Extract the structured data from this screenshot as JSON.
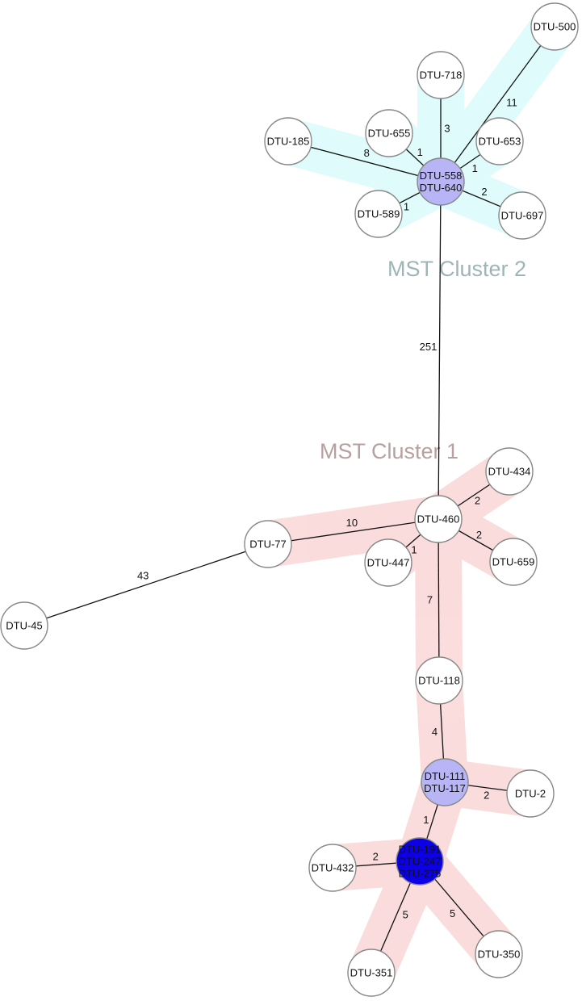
{
  "colors": {
    "cluster1_fill": "#f9d9d8",
    "cluster1_text": "#b9a0a0",
    "cluster2_fill": "#dcfbfb",
    "cluster2_text": "#9fb5b5",
    "node_default": "#ffffff",
    "node_group2": "#b8b5f6",
    "node_group3": "#0c00e6",
    "node_stroke": "#888888",
    "edge": "#111111"
  },
  "clusters": [
    {
      "id": "c1",
      "label": "MST Cluster 1",
      "color_key": "cluster1"
    },
    {
      "id": "c2",
      "label": "MST Cluster 2",
      "color_key": "cluster2"
    }
  ],
  "nodes": [
    {
      "id": "n558",
      "lines": [
        "DTU-558",
        "DTU-640"
      ],
      "color": "group2"
    },
    {
      "id": "n500",
      "lines": [
        "DTU-500"
      ],
      "color": "default"
    },
    {
      "id": "n718",
      "lines": [
        "DTU-718"
      ],
      "color": "default"
    },
    {
      "id": "n655",
      "lines": [
        "DTU-655"
      ],
      "color": "default"
    },
    {
      "id": "n653",
      "lines": [
        "DTU-653"
      ],
      "color": "default"
    },
    {
      "id": "n185",
      "lines": [
        "DTU-185"
      ],
      "color": "default"
    },
    {
      "id": "n589",
      "lines": [
        "DTU-589"
      ],
      "color": "default"
    },
    {
      "id": "n697",
      "lines": [
        "DTU-697"
      ],
      "color": "default"
    },
    {
      "id": "n460",
      "lines": [
        "DTU-460"
      ],
      "color": "default"
    },
    {
      "id": "n434",
      "lines": [
        "DTU-434"
      ],
      "color": "default"
    },
    {
      "id": "n77",
      "lines": [
        "DTU-77"
      ],
      "color": "default"
    },
    {
      "id": "n447",
      "lines": [
        "DTU-447"
      ],
      "color": "default"
    },
    {
      "id": "n659",
      "lines": [
        "DTU-659"
      ],
      "color": "default"
    },
    {
      "id": "n45",
      "lines": [
        "DTU-45"
      ],
      "color": "default"
    },
    {
      "id": "n118",
      "lines": [
        "DTU-118"
      ],
      "color": "default"
    },
    {
      "id": "n111",
      "lines": [
        "DTU-111",
        "DTU-117"
      ],
      "color": "group2"
    },
    {
      "id": "n2",
      "lines": [
        "DTU-2"
      ],
      "color": "default"
    },
    {
      "id": "n191",
      "lines": [
        "DTU-191",
        "DTU-247",
        "DTU-275"
      ],
      "color": "group3"
    },
    {
      "id": "n432",
      "lines": [
        "DTU-432"
      ],
      "color": "default"
    },
    {
      "id": "n351",
      "lines": [
        "DTU-351"
      ],
      "color": "default"
    },
    {
      "id": "n350",
      "lines": [
        "DTU-350"
      ],
      "color": "default"
    }
  ],
  "edges": [
    {
      "from": "n558",
      "to": "n500",
      "weight": "11"
    },
    {
      "from": "n558",
      "to": "n718",
      "weight": "3"
    },
    {
      "from": "n558",
      "to": "n655",
      "weight": "1"
    },
    {
      "from": "n558",
      "to": "n653",
      "weight": "1"
    },
    {
      "from": "n558",
      "to": "n185",
      "weight": "8"
    },
    {
      "from": "n558",
      "to": "n589",
      "weight": "1"
    },
    {
      "from": "n558",
      "to": "n697",
      "weight": "2"
    },
    {
      "from": "n558",
      "to": "n460",
      "weight": "251"
    },
    {
      "from": "n460",
      "to": "n434",
      "weight": "2"
    },
    {
      "from": "n460",
      "to": "n77",
      "weight": "10"
    },
    {
      "from": "n460",
      "to": "n447",
      "weight": "1"
    },
    {
      "from": "n460",
      "to": "n659",
      "weight": "2"
    },
    {
      "from": "n460",
      "to": "n118",
      "weight": "7"
    },
    {
      "from": "n77",
      "to": "n45",
      "weight": "43"
    },
    {
      "from": "n118",
      "to": "n111",
      "weight": "4"
    },
    {
      "from": "n111",
      "to": "n2",
      "weight": "2"
    },
    {
      "from": "n111",
      "to": "n191",
      "weight": "1"
    },
    {
      "from": "n191",
      "to": "n432",
      "weight": "2"
    },
    {
      "from": "n191",
      "to": "n351",
      "weight": "5"
    },
    {
      "from": "n191",
      "to": "n350",
      "weight": "5"
    }
  ]
}
